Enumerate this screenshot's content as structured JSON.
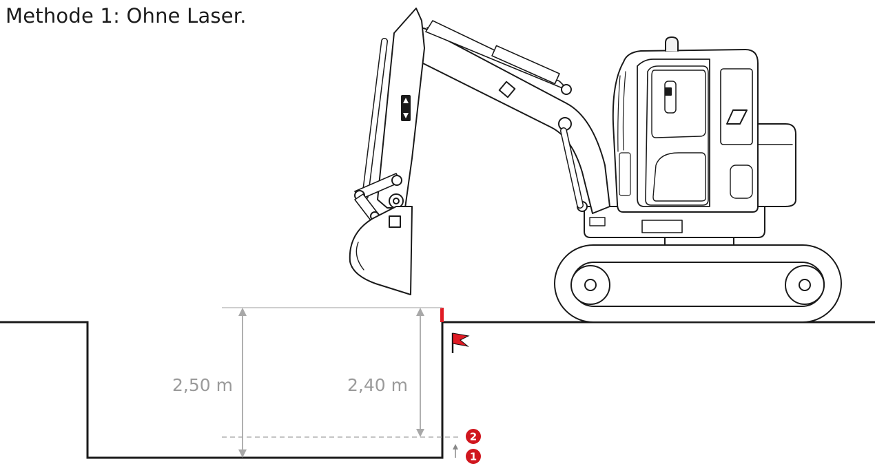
{
  "title": "Methode 1: Ohne Laser.",
  "dimensions": {
    "outer_depth": "2,50 m",
    "inner_depth": "2,40 m"
  },
  "steps": [
    {
      "number": "2"
    },
    {
      "number": "1"
    }
  ],
  "colors": {
    "marker": "#e01b24",
    "ground_line": "#1a1a1a",
    "dimension": "#a8a8a8"
  },
  "icons": {
    "flag": "flag-icon",
    "excavator": "excavator-illustration"
  }
}
